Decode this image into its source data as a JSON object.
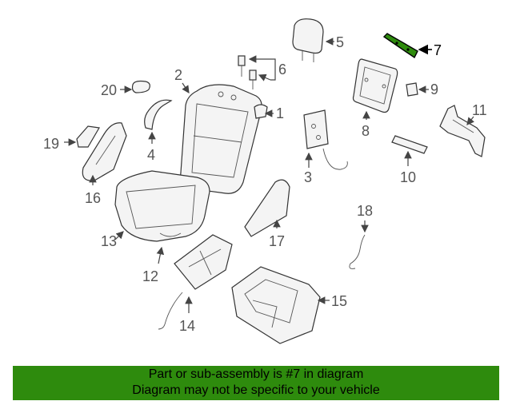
{
  "diagram": {
    "highlight_color": "#2e8b0d",
    "callouts": {
      "c1": "1",
      "c2": "2",
      "c3": "3",
      "c4": "4",
      "c5": "5",
      "c6": "6",
      "c7": "7",
      "c8": "8",
      "c9": "9",
      "c10": "10",
      "c11": "11",
      "c12": "12",
      "c13": "13",
      "c14": "14",
      "c15": "15",
      "c16": "16",
      "c17": "17",
      "c18": "18",
      "c19": "19",
      "c20": "20"
    }
  },
  "banner": {
    "line1": "Part or sub-assembly is #7 in diagram",
    "line2": "Diagram may not be specific to your vehicle",
    "background": "#2e8b0d"
  }
}
